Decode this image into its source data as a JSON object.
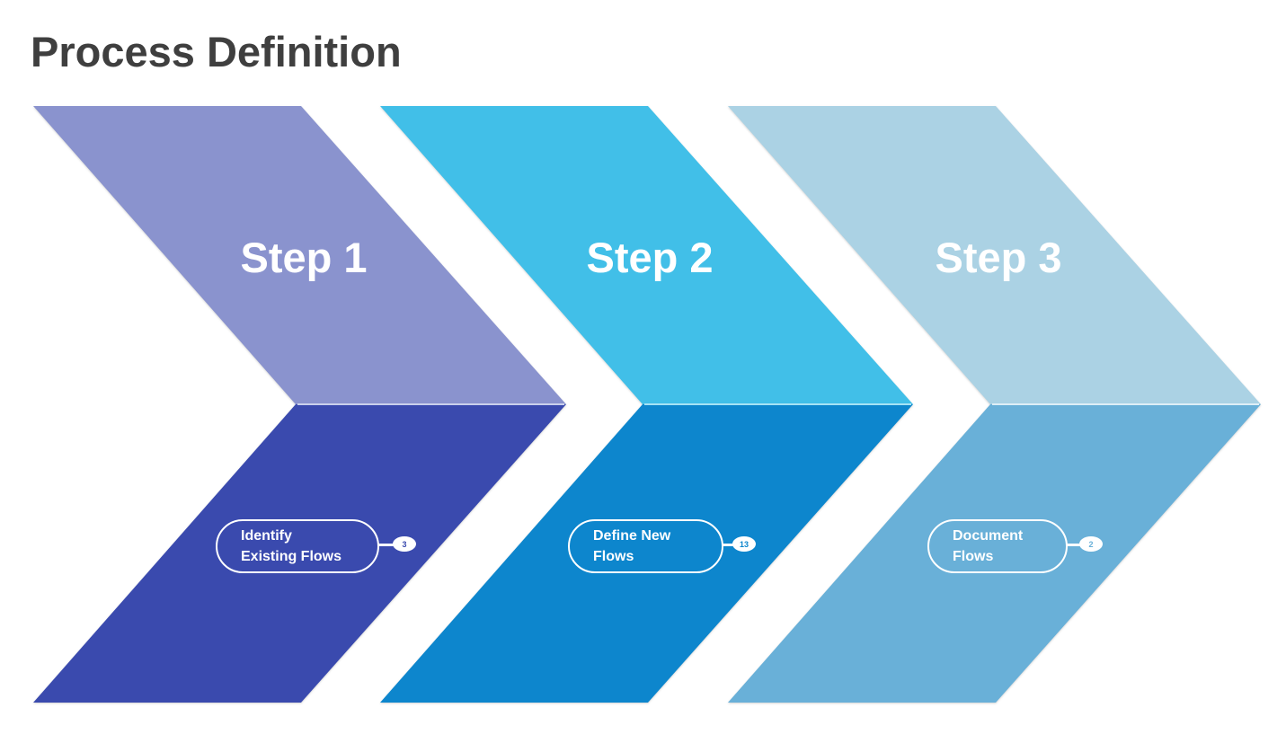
{
  "slide": {
    "title": "Process Definition",
    "title_color": "#3F3F3F",
    "background_color": "#FFFFFF"
  },
  "steps": [
    {
      "label": "Step 1",
      "task_line1": "Identify",
      "task_line2": "Existing Flows",
      "badge_count": "3",
      "colors": {
        "top": "#8A93CE",
        "bottom": "#3A4AAE",
        "seam": "#C9D0EC"
      }
    },
    {
      "label": "Step 2",
      "task_line1": "Define New",
      "task_line2": "Flows",
      "badge_count": "13",
      "colors": {
        "top": "#41BFE8",
        "bottom": "#0D86CD",
        "seam": "#A5E2F5"
      }
    },
    {
      "label": "Step 3",
      "task_line1": "Document",
      "task_line2": "Flows",
      "badge_count": "2",
      "colors": {
        "top": "#ABD2E4",
        "bottom": "#69B0D8",
        "seam": "#DDEEF6"
      }
    }
  ]
}
